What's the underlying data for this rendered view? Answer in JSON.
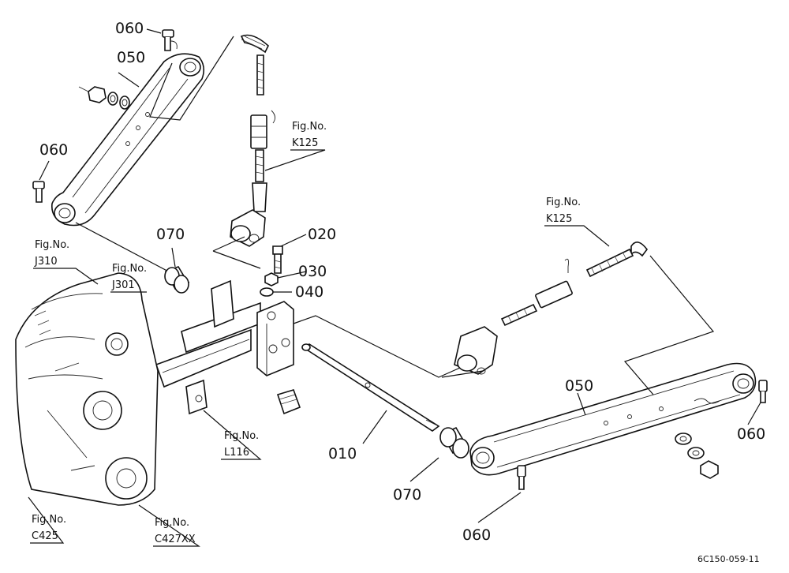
{
  "part_numbers": {
    "p060_top": "060",
    "p050_left": "050",
    "p060_left": "060",
    "p070_left": "070",
    "p020": "020",
    "p030": "030",
    "p040": "040",
    "p050_right": "050",
    "p060_right": "060",
    "p010": "010",
    "p070_bottom": "070",
    "p060_bottom": "060"
  },
  "figure_refs": {
    "fig_label": "Fig.No.",
    "k125_top": "K125",
    "k125_right": "K125",
    "j310": "J310",
    "j301": "J301",
    "l116": "L116",
    "c425": "C425",
    "c427xx": "C427XX"
  },
  "drawing_code": "6C150-059-11"
}
